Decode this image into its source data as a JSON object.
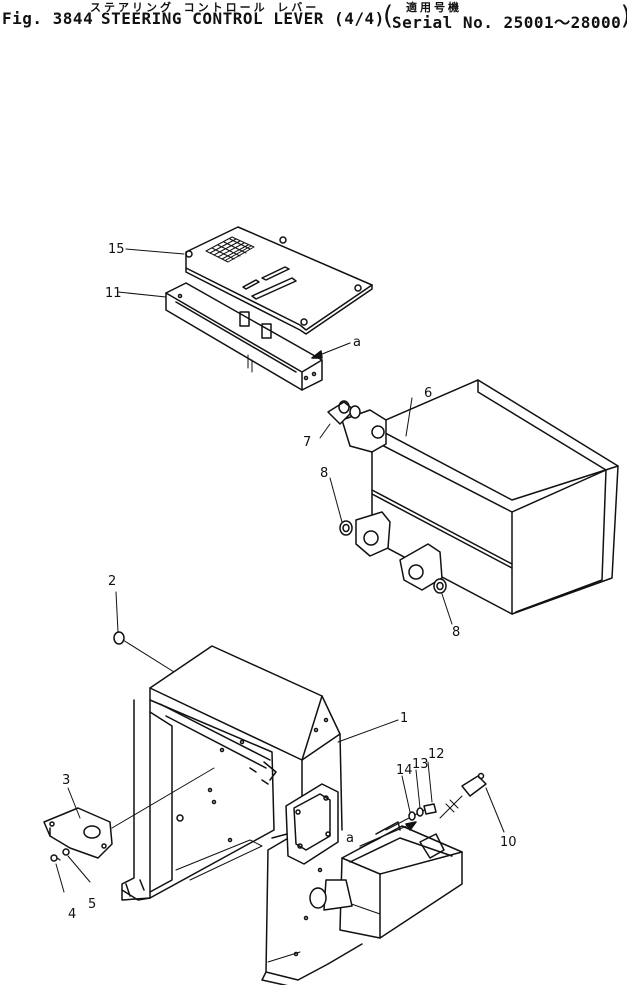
{
  "header": {
    "fig_label": "Fig. 3844",
    "title": "STEERING CONTROL LEVER (4/4)",
    "title_kana": "ステアリング コントロール レバー",
    "serial_kana": "適用号機",
    "serial": "Serial No. 25001～28000"
  },
  "part_labels": {
    "p1": "1",
    "p2": "2",
    "p3": "3",
    "p4": "4",
    "p5": "5",
    "p6": "6",
    "p7": "7",
    "p8a": "8",
    "p8b": "8",
    "p10": "10",
    "p11": "11",
    "p12": "12",
    "p13": "13",
    "p14": "14",
    "p15": "15",
    "view_a_top": "a",
    "view_a_bottom": "a"
  },
  "colors": {
    "ink": "#111111",
    "paper": "#ffffff"
  }
}
